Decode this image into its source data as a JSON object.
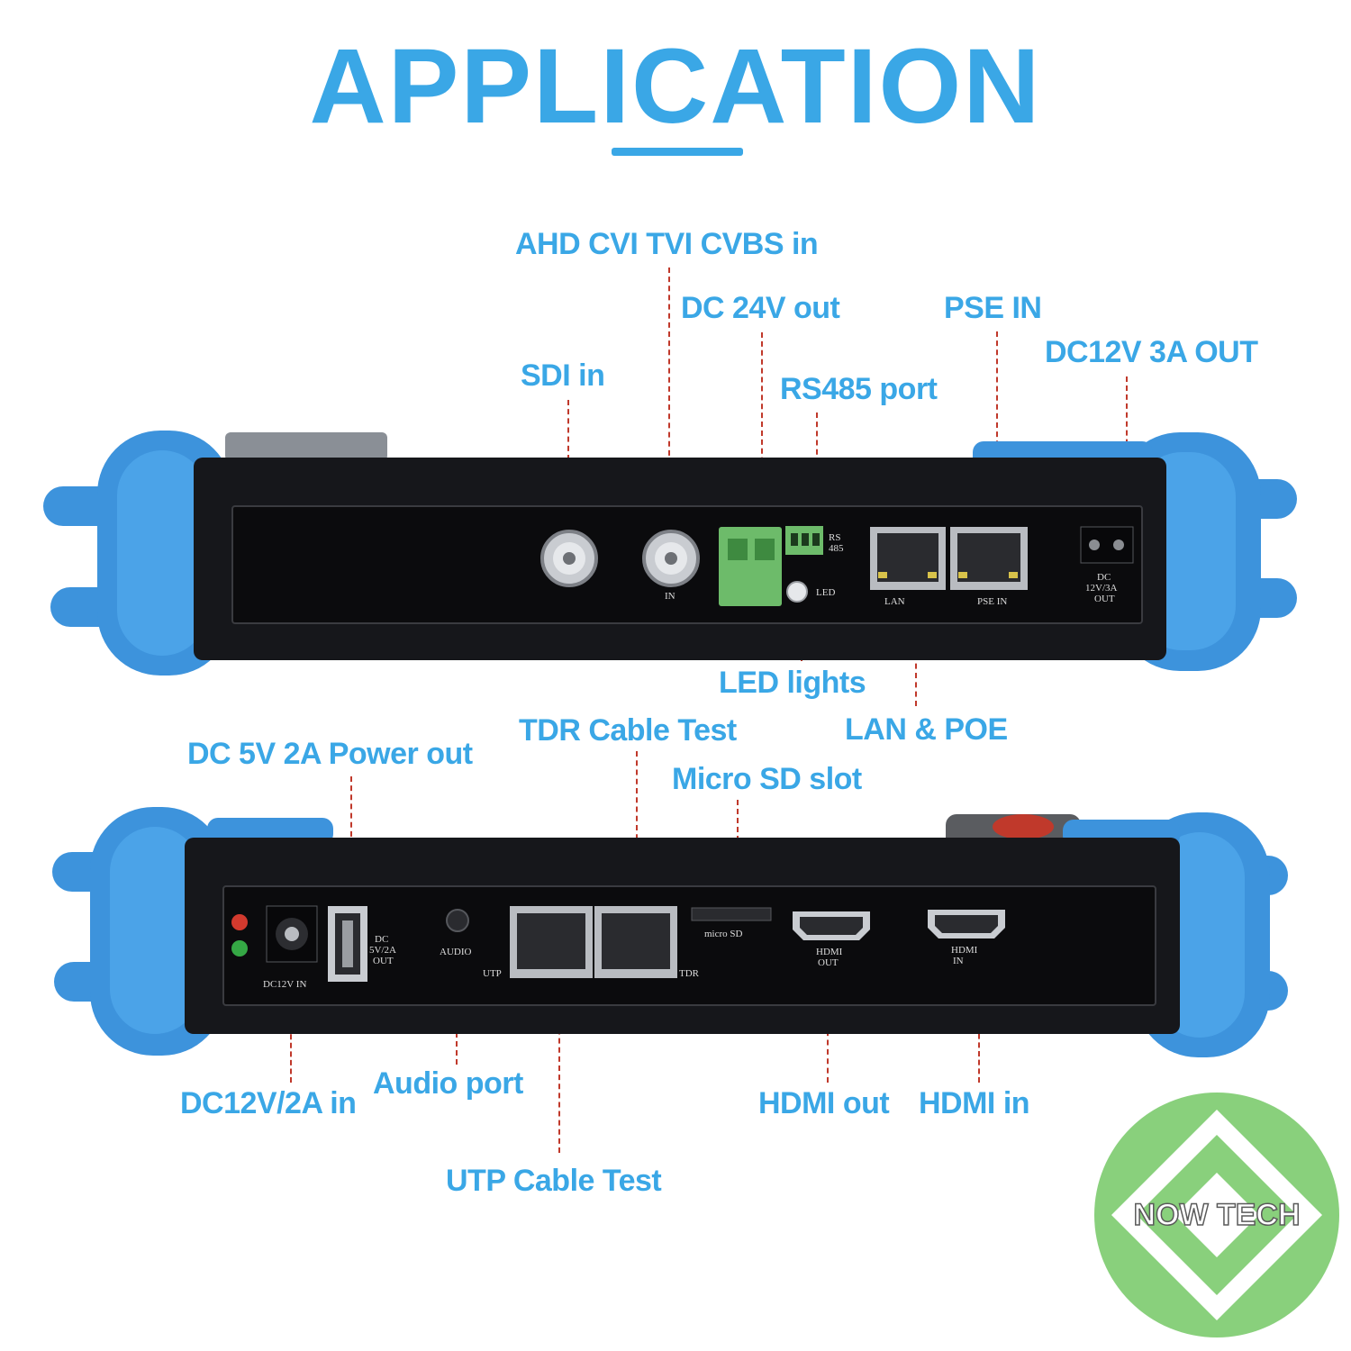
{
  "header": {
    "title": "APPLICATION"
  },
  "colors": {
    "accent": "#3aa7e6",
    "leader": "#c0392b",
    "handle": "#3d93dc",
    "body": "#16171b"
  },
  "top_panel": {
    "labels": {
      "ahd": "AHD CVI TVI CVBS in",
      "dc24": "DC 24V out",
      "pse": "PSE IN",
      "dc12out": "DC12V 3A OUT",
      "sdi": "SDI in",
      "rs485": "RS485 port",
      "led": "LED lights",
      "lan": "LAN & POE"
    },
    "port_text": {
      "in": "IN",
      "rs": "RS",
      "rs485": "485",
      "led": "LED",
      "lan": "LAN",
      "pse_in": "PSE IN",
      "dc": "DC",
      "dc_rating": "12V/3A",
      "out": "OUT"
    }
  },
  "bottom_panel": {
    "labels": {
      "dc5v": "DC 5V 2A Power out",
      "tdr": "TDR Cable Test",
      "microsd": "Micro SD slot",
      "dc12in": "DC12V/2A in",
      "audio": "Audio port",
      "utp": "UTP Cable Test",
      "hdmi_out": "HDMI out",
      "hdmi_in": "HDMI in"
    },
    "port_text": {
      "dc": "DC",
      "dc_rating": "5V/2A",
      "out": "OUT",
      "audio": "AUDIO",
      "utp": "UTP",
      "tdr": "TDR",
      "micro_sd": "micro SD",
      "hdmi": "HDMI",
      "hdmi_out_sub": "OUT",
      "hdmi_in_sub": "IN",
      "dc12v_in": "DC12V IN"
    }
  },
  "logo": {
    "text": "NOW TECH"
  }
}
